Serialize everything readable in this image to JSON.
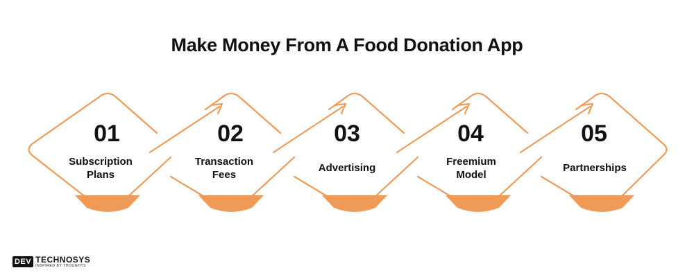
{
  "title": "Make Money From A Food Donation App",
  "accent_color": "#F09A57",
  "steps": [
    {
      "number": "01",
      "label": "Subscription Plans"
    },
    {
      "number": "02",
      "label": "Transaction Fees"
    },
    {
      "number": "03",
      "label": "Advertising"
    },
    {
      "number": "04",
      "label": "Freemium Model"
    },
    {
      "number": "05",
      "label": "Partnerships"
    }
  ],
  "logo": {
    "box": "DEV",
    "main": "TECHNOSYS",
    "tagline": "INSPIRED BY THOUGHTS"
  }
}
